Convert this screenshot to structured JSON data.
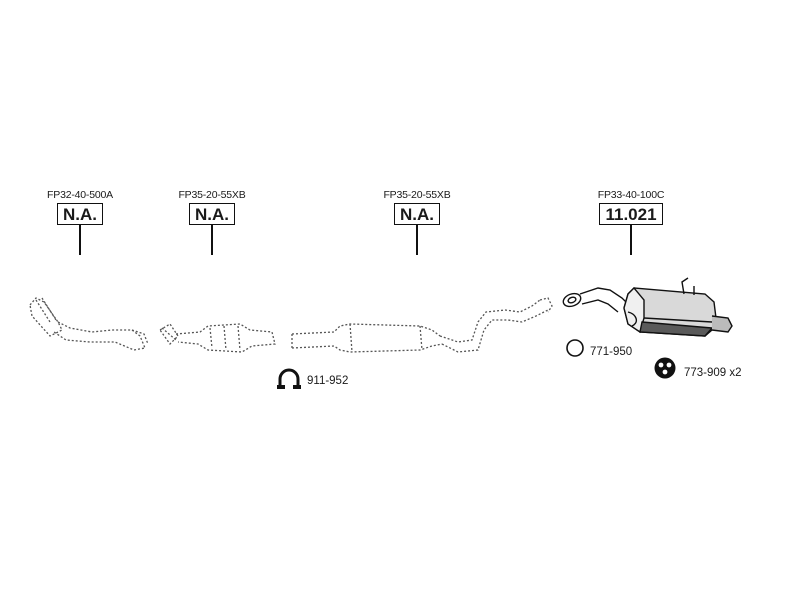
{
  "parts": [
    {
      "code": "FP32-40-500A",
      "status": "N.A."
    },
    {
      "code": "FP35-20-55XB",
      "status": "N.A."
    },
    {
      "code": "FP35-20-55XB",
      "status": "N.A."
    },
    {
      "code": "FP33-40-100C",
      "status": "11.021"
    }
  ],
  "accessories": [
    {
      "code": "911-952",
      "icon": "clamp-icon"
    },
    {
      "code": "771-950",
      "icon": "gasket-ring-icon"
    },
    {
      "code": "773-909 x2",
      "icon": "rubber-hanger-icon"
    }
  ]
}
